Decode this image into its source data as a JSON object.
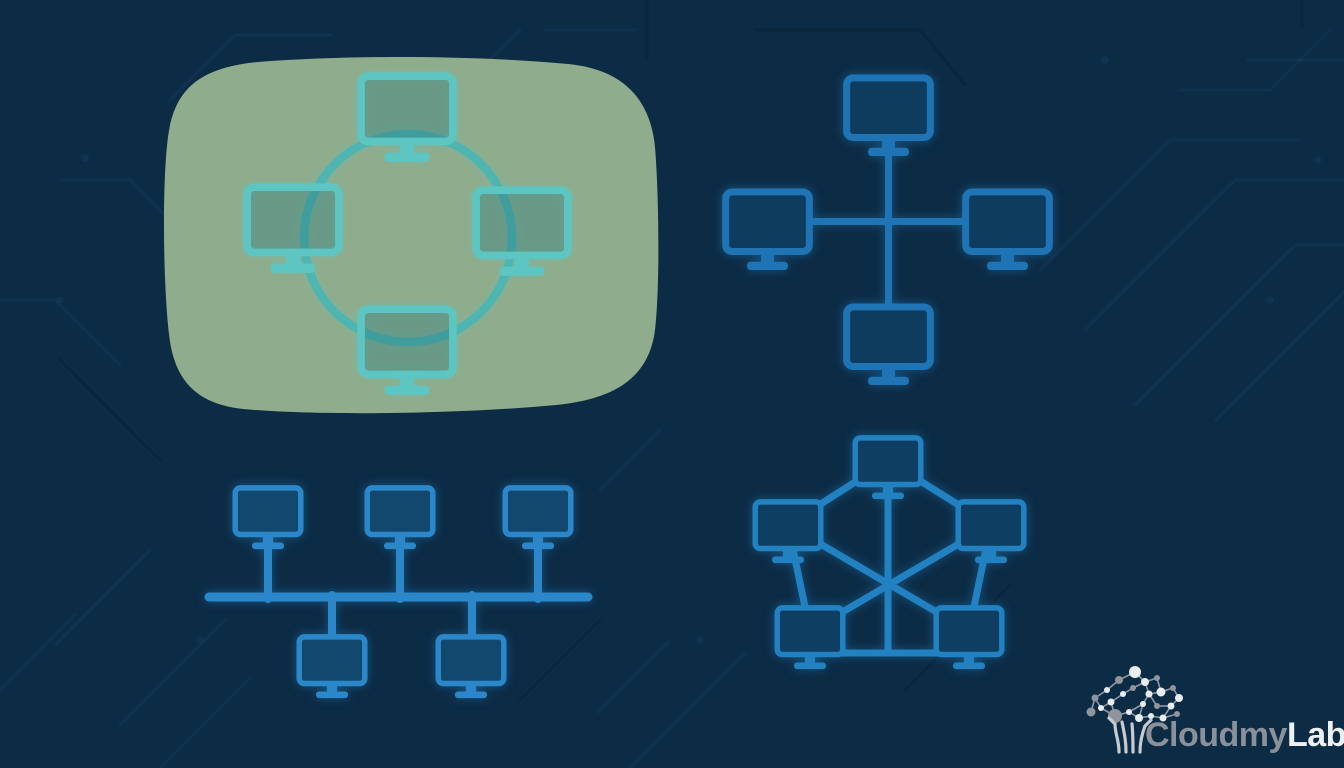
{
  "illustration": {
    "topologies": [
      {
        "id": "ring",
        "label": "ring-topology",
        "node_count": 4,
        "highlighted": true
      },
      {
        "id": "star",
        "label": "star-topology",
        "node_count": 4,
        "highlighted": false
      },
      {
        "id": "bus",
        "label": "bus-topology",
        "node_count": 5,
        "highlighted": false
      },
      {
        "id": "mesh",
        "label": "mesh-topology",
        "node_count": 5,
        "highlighted": false
      }
    ]
  },
  "colors": {
    "background": "#0c2b45",
    "circuit_trace": "#4f9fd4",
    "highlight_blob": "#8fad8c",
    "ring_accent": "#5ec6c2",
    "ring_line": "#4fb5b0",
    "ring_screen": "rgba(22,96,108,0.28)",
    "star_accent": "#1e74b4",
    "star_screen": "#0e3c5e",
    "bus_accent": "#2b87c9",
    "bus_screen": "#12486e",
    "mesh_accent": "#2181c1",
    "mesh_screen": "#0e3f62",
    "logo_primary": "#8b9199",
    "logo_secondary": "#eef1f4"
  },
  "logo": {
    "text_primary": "Cloudmy",
    "text_secondary": "Lab"
  }
}
